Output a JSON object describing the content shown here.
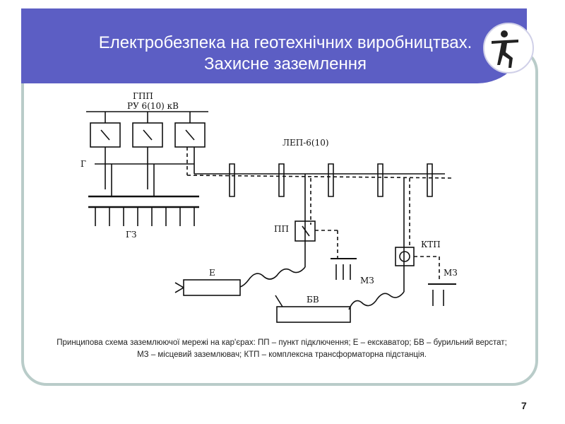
{
  "slide": {
    "title_line1": "Електробезпека на геотехнічних виробництвах.",
    "title_line2": "Захисне заземлення",
    "page_number": "7",
    "logo_icon": "fitness-figure-icon"
  },
  "diagram": {
    "labels": {
      "gpp": "ГПП",
      "ru": "РУ 6(10) кВ",
      "g": "Г",
      "gz": "ГЗ",
      "lep": "ЛЕП-6(10)",
      "pp": "ПП",
      "ktp": "КТП",
      "mz1": "МЗ",
      "mz2": "МЗ",
      "e": "Е",
      "bv": "БВ"
    }
  },
  "caption": "Принципова схема заземлюючої мережі на кар'єрах: ПП – пункт підключення; Е – екскаватор; БВ – бурильний верстат; МЗ – місцевий заземлювач; КТП – комплексна трансформаторна підстанція."
}
